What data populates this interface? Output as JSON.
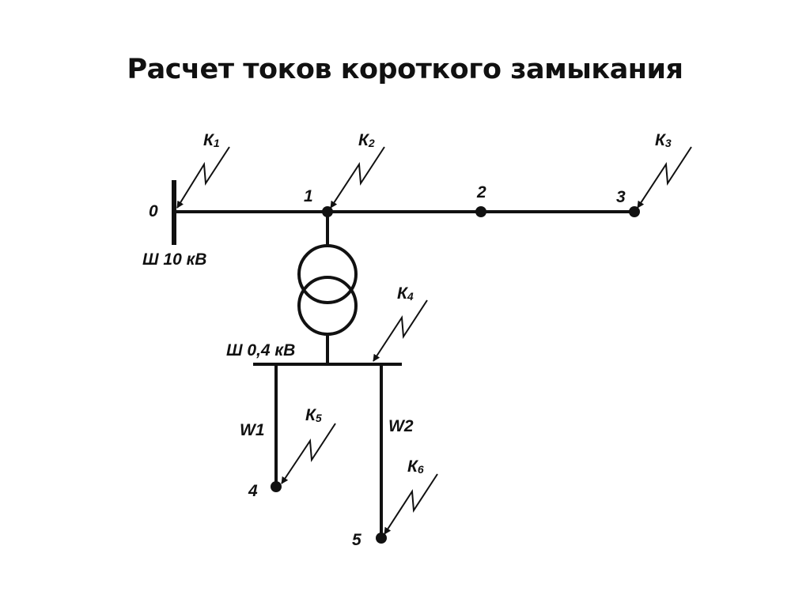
{
  "title": "Расчет токов короткого замыкания",
  "nodes": {
    "n0": "0",
    "n1": "1",
    "n2": "2",
    "n3": "3",
    "n4": "4",
    "n5": "5"
  },
  "buses": {
    "hv": "Ш 10 кВ",
    "lv": "Ш 0,4 кВ"
  },
  "lines": {
    "w1": "W1",
    "w2": "W2"
  },
  "faults": [
    {
      "letter": "К",
      "index": "1"
    },
    {
      "letter": "К",
      "index": "2"
    },
    {
      "letter": "К",
      "index": "3"
    },
    {
      "letter": "К",
      "index": "4"
    },
    {
      "letter": "К",
      "index": "5"
    },
    {
      "letter": "К",
      "index": "6"
    }
  ]
}
